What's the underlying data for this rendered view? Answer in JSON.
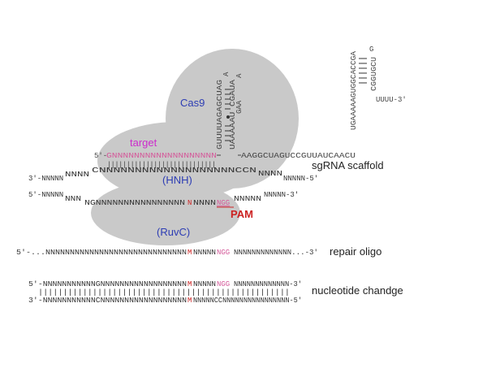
{
  "labels": {
    "cas9": "Cas9",
    "target": "target",
    "hnh": "(HNH)",
    "ruvc": "(RuvC)",
    "pam": "PAM",
    "sgrna_scaffold": "sgRNA scaffold",
    "repair_oligo": "repair oligo",
    "nucleotide_change": "nucleotide chandge"
  },
  "sequences": {
    "sgrna_5prime": "5′-",
    "sgrna_target": "GNNNNNNNNNNNNNNNNNNN",
    "sgrna_scaffold_tail": "AAGGCUAGUCCGUUAUCAACU",
    "sgrna_hairpin_inner": "GUUUUAGAGCUAG",
    "sgrna_hairpin_outer": "UAAAAAU CGAUA",
    "sgrna_hairpin_loop_a1": "A",
    "sgrna_hairpin_loop_a2": "A",
    "sgrna_hairpin_loop_gaa": "GAA",
    "sgrna_stem2_left": "UGAAAAAGUGGCACCGA",
    "sgrna_stem2_right": "CGGUGCU",
    "sgrna_stem2_top": "G",
    "sgrna_3prime_tail": "UUUU-3′",
    "dna_top_left": "3′-NNNNN",
    "dna_top_wobble": "NNNN",
    "dna_top_core": "CNNNNNNNNNNNNNNNNNNNCCN",
    "dna_top_right_wobble": "NNNN",
    "dna_top_right": "NNNNN-5′",
    "dna_bot_left": "5′-NNNNN",
    "dna_bot_wobble": "NNN",
    "dna_bot_core_a": "NGNNNNNNNNNNNNNNNN",
    "dna_bot_mut": "N",
    "dna_bot_core_b": "NNNN",
    "dna_bot_pam": "NGG",
    "dna_bot_right_wobble": "NNNNN",
    "dna_bot_right": "NNNNN-3′",
    "repair_a": "5′-...NNNNNNNNNNNNNNNNNNNNNNNNNNNNN",
    "repair_mut": "M",
    "repair_b": "NNNNN",
    "repair_pam": "NGG",
    "repair_c": "NNNNNNNNNNNNN...-3′",
    "final_top_a": "5′-NNNNNNNNNNNGNNNNNNNNNNNNNNNNNN",
    "final_top_mut": "M",
    "final_top_b": "NNNNN",
    "final_top_pam": "NGG",
    "final_top_c": "NNNNNNNNNNNNN-3′",
    "final_bars": "|||||||||||||||||||||||||||||||||||||||||||||||||||",
    "final_bot_a": "3′-NNNNNNNNNNNCNNNNNNNNNNNNNNNNNN",
    "final_bot_mut": "M",
    "final_bot_b": "NNNNNCCNNNNNNNNNNNNNNNN-5′",
    "target_bars": "||||||||||||||||||||||||||||"
  },
  "colors": {
    "blob": "#c9c9c9",
    "dna_text": "#333333",
    "blue_label": "#2d3db4",
    "magenta": "#cc2bcc",
    "red": "#cc2222",
    "pink_seq": "#d45a9a"
  }
}
